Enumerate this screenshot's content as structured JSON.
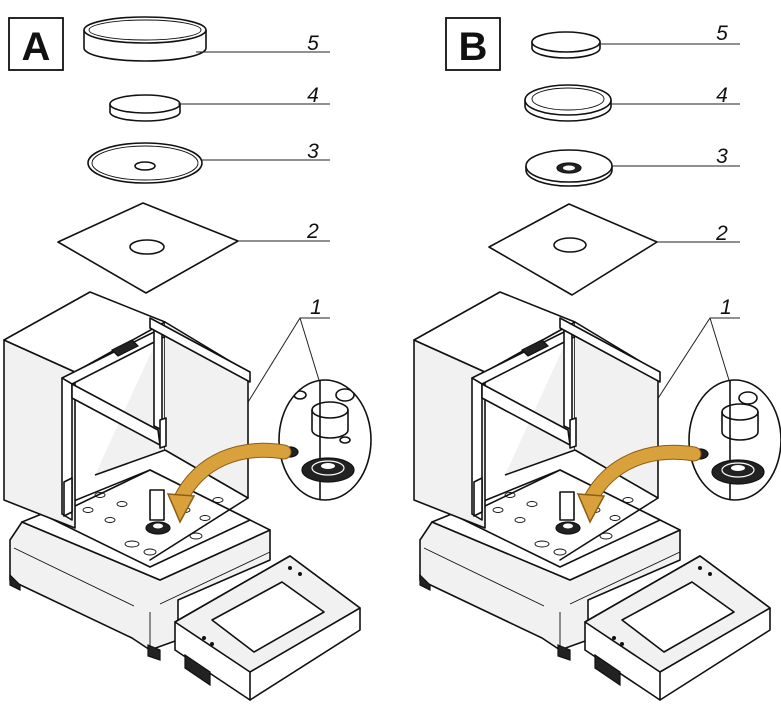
{
  "panels": [
    {
      "id": "A",
      "label": "A"
    },
    {
      "id": "B",
      "label": "B"
    }
  ],
  "part_labels": [
    "1",
    "2",
    "3",
    "4",
    "5"
  ],
  "colors": {
    "arrow": "#d9a13c",
    "arrow_edge": "#8c5d14",
    "ink": "#111111"
  }
}
